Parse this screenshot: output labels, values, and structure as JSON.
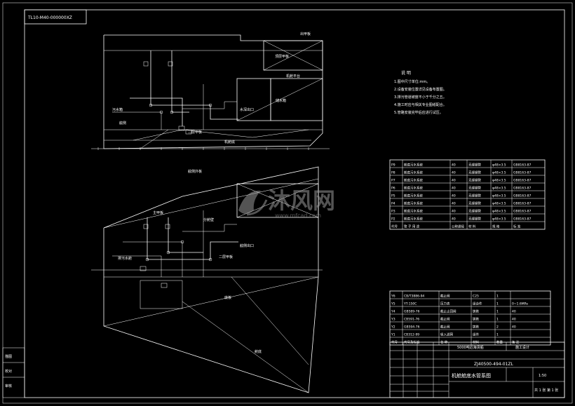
{
  "title_block_code": "TL10-M40-000000XZ",
  "notes": {
    "heading": "说 明",
    "items": [
      "1.图中尺寸单位:mm。",
      "2.设备安装位置详见设备布置图。",
      "3.排污管道坡度不小于千分之五。",
      "4.施工时应与相关专业图纸配合。",
      "5.管路安装完毕后应进行试压。"
    ]
  },
  "upper_labels": [
    "出甲板",
    "顶层甲板",
    "机舱平台",
    "水深出口",
    "储水箱",
    "污水箱",
    "舷侧",
    "二层甲板",
    "机舱底"
  ],
  "lower_labels": [
    "舷侧外板",
    "主甲板",
    "分舱壁",
    "排污水舱",
    "舷侧出口",
    "二层甲板",
    "底板",
    "舱底"
  ],
  "pipe_table": {
    "rows": [
      [
        "P9",
        "舱底污水系统",
        "40",
        "无缝钢管",
        "φ48×3.5",
        "GB8163-87"
      ],
      [
        "P8",
        "舱底污水系统",
        "40",
        "无缝钢管",
        "φ48×3.5",
        "GB8163-87"
      ],
      [
        "P7",
        "舱底污水系统",
        "40",
        "无缝钢管",
        "φ48×3.5",
        "GB8163-87"
      ],
      [
        "P6",
        "舱底污水系统",
        "40",
        "无缝钢管",
        "φ48×3.5",
        "GB8163-87"
      ],
      [
        "P5",
        "舱底污水系统",
        "40",
        "无缝钢管",
        "φ48×3.5",
        "GB8163-87"
      ],
      [
        "P4",
        "舱底污水系统",
        "40",
        "无缝钢管",
        "φ48×3.5",
        "GB8163-87"
      ],
      [
        "P3",
        "舱底污水系统",
        "40",
        "无缝钢管",
        "φ48×3.5",
        "GB8163-87"
      ],
      [
        "P2",
        "舱底污水系统",
        "40",
        "无缝钢管",
        "φ48×3.5",
        "GB8163-87"
      ]
    ],
    "header": [
      "代号",
      "管 子 用 途",
      "公称通径",
      "材 料",
      "规 格",
      "标 准"
    ]
  },
  "parts_table": {
    "rows": [
      [
        "Y6",
        "CB/T3886-94",
        "截止阀",
        "C25",
        "1",
        ""
      ],
      [
        "Y5",
        "YT-150C",
        "压力表",
        "组合件",
        "1",
        "0~1.6MPa"
      ],
      [
        "Y4",
        "GB589-76",
        "截止止回阀",
        "铸铁",
        "1",
        "40"
      ],
      [
        "Y3",
        "CB591-76",
        "截止阀",
        "铸铁",
        "1",
        "40"
      ],
      [
        "Y2",
        "GB594-76",
        "截止阀",
        "铸铁",
        "2",
        "40"
      ],
      [
        "Y1",
        "CB312-99",
        "吸入滤网",
        "组件",
        "1",
        ""
      ]
    ],
    "header": [
      "代号",
      "代号及标准",
      "名 称",
      "材料",
      "数量",
      "备 注"
    ]
  },
  "title_block": {
    "ship": "5000吨近海货船",
    "drawing_no": "ZJ40500-494-01ZL",
    "drawing_name": "机舱舱底水管系图",
    "stage": "施工设计",
    "scale": "1:50",
    "sheet": "共 1 张 第 1 张"
  },
  "left_stamps": [
    "描图",
    "校对",
    "审核"
  ],
  "watermark": {
    "brand": "沐风网",
    "url": "www.mfcad.com"
  }
}
